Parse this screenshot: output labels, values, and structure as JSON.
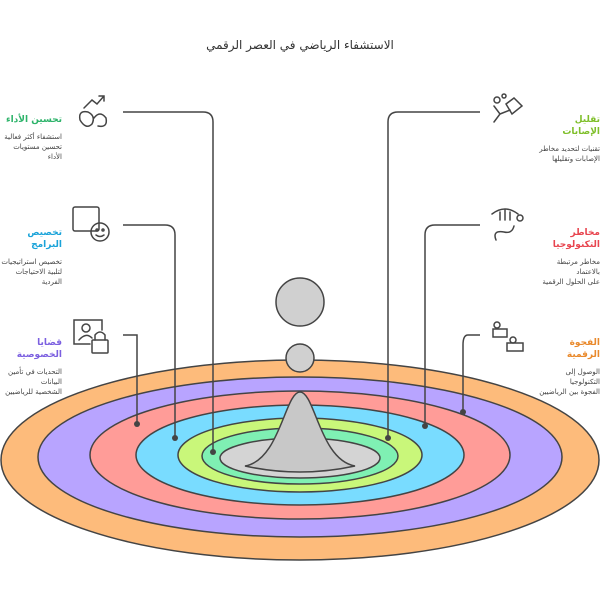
{
  "title": "الاستشفاء الرياضي في العصر الرقمي",
  "left": [
    {
      "heading": "تحسين الأداء",
      "desc1": "استشفاء أكثر فعالية",
      "desc2": "تحسين مستويات الأداء",
      "color": "#2db36a",
      "icon": "performance-icon"
    },
    {
      "heading": "تخصيص البرامج",
      "desc1": "تخصيص استراتيجيات",
      "desc2": "لتلبية الاحتياجات الفردية",
      "color": "#1aa3d9",
      "icon": "personalization-icon"
    },
    {
      "heading": "قضايا الخصوصية",
      "desc1": "التحديات في تأمين البيانات",
      "desc2": "الشخصية للرياضيين",
      "color": "#7b5fe0",
      "icon": "privacy-lock-icon"
    }
  ],
  "right": [
    {
      "heading": "تقليل الإصابات",
      "desc1": "تقنيات لتحديد مخاطر",
      "desc2": "الإصابات وتقليلها",
      "color": "#7fbf2a",
      "icon": "injury-icon"
    },
    {
      "heading": "مخاطر التكنولوجيا",
      "desc1": "مخاطر مرتبطة بالاعتماد",
      "desc2": "على الحلول الرقمية",
      "color": "#e8454f",
      "icon": "tech-risk-icon"
    },
    {
      "heading": "الفجوة الرقمية",
      "desc1": "الوصول إلى التكنولوجيا",
      "desc2": "الفجوة بين الرياضيين",
      "color": "#e9892b",
      "icon": "digital-divide-icon"
    }
  ],
  "colors": {
    "rings": [
      "#fdbb7b",
      "#b8a4ff",
      "#ff9c98",
      "#79dcff",
      "#c9f77a",
      "#7ff0b3",
      "#d4d4d4"
    ]
  }
}
